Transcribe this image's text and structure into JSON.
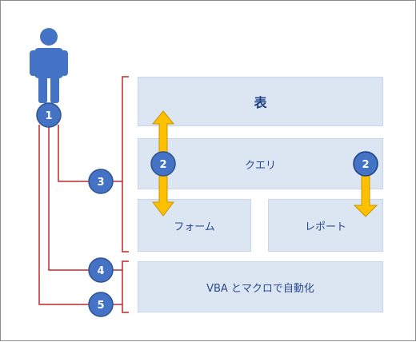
{
  "boxes": {
    "table": "表",
    "query": "クエリ",
    "form": "フォーム",
    "report": "レポート",
    "vba": "VBA とマクロで自動化"
  },
  "badges": {
    "user": "1",
    "arrow_left": "2",
    "arrow_right": "2",
    "bracket_objects": "3",
    "bracket_vba_upper": "4",
    "bracket_vba_lower": "5"
  },
  "colors": {
    "box_fill": "#dce6f2",
    "box_text": "#2b4a8c",
    "badge_fill": "#4472c4",
    "badge_stroke": "#2f528f",
    "bracket": "#c0282d",
    "arrow_fill": "#ffc000",
    "arrow_stroke": "#c79400",
    "person": "#4472c4"
  }
}
